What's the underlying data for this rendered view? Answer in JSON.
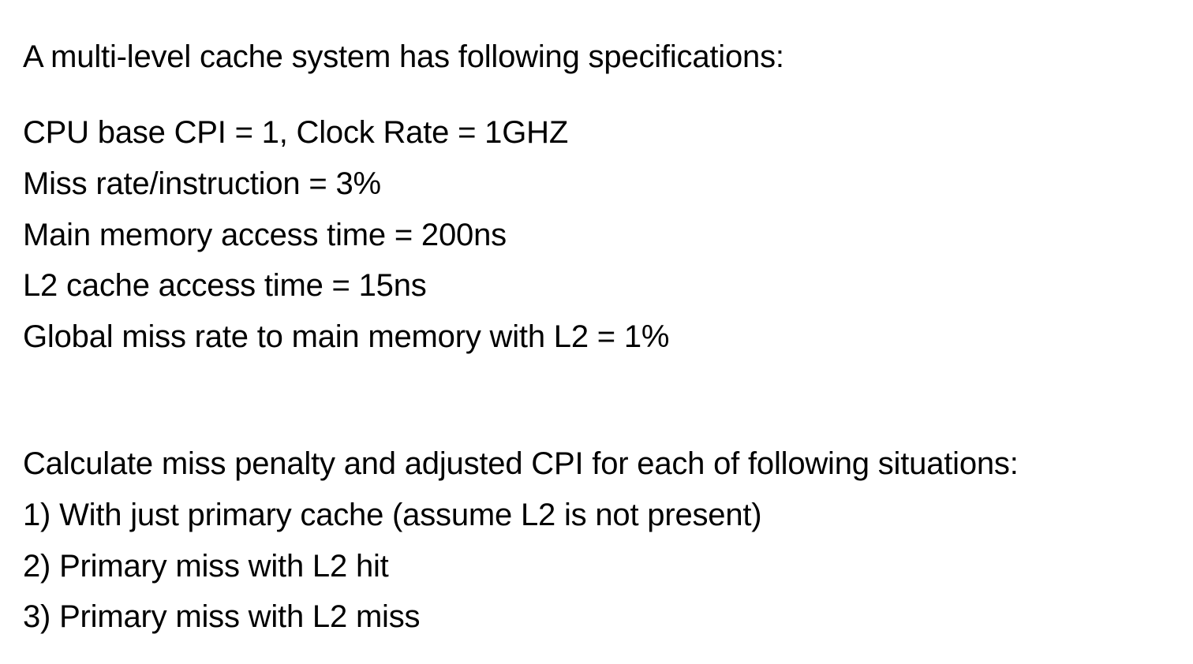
{
  "intro": "A multi-level cache system has following specifications:",
  "specs": [
    "CPU base CPI = 1, Clock Rate = 1GHZ",
    "Miss rate/instruction = 3%",
    "Main memory access time = 200ns",
    "L2 cache access time = 15ns",
    "Global miss rate to main memory with L2 = 1%"
  ],
  "task": "Calculate miss penalty and adjusted CPI for each of following situations:",
  "situations": [
    "1) With just primary cache (assume L2 is not present)",
    "2) Primary miss with L2 hit",
    "3) Primary miss with L2 miss"
  ]
}
